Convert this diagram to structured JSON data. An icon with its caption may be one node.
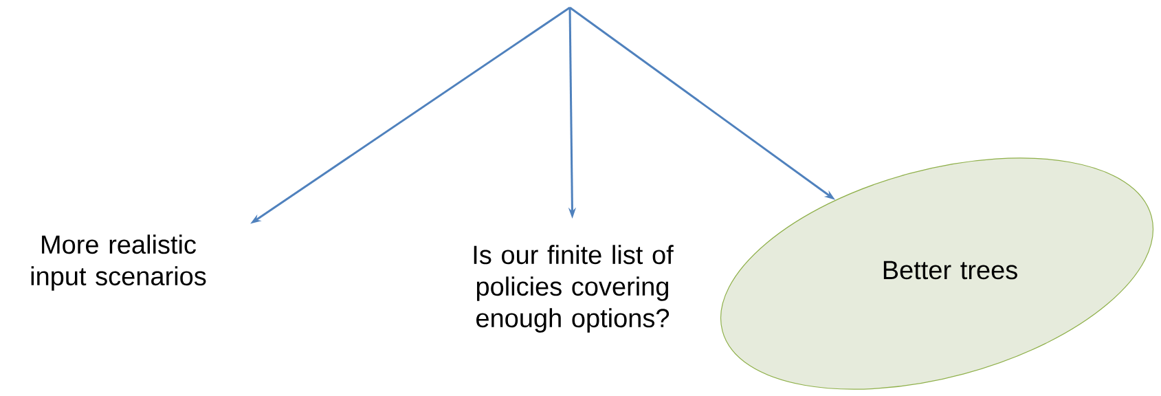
{
  "diagram": {
    "nodes": [
      {
        "text": [
          "More realistic input scenarios"
        ]
      },
      {
        "text": [
          "Is our finite list of policies covering enough options?"
        ]
      },
      {
        "text": [
          "Better trees"
        ]
      }
    ],
    "edges": [
      {
        "from": null,
        "to": 0,
        "arrow": "to"
      },
      {
        "from": null,
        "to": 1,
        "arrow": "to"
      },
      {
        "from": null,
        "to": 2,
        "arrow": "to"
      }
    ]
  }
}
